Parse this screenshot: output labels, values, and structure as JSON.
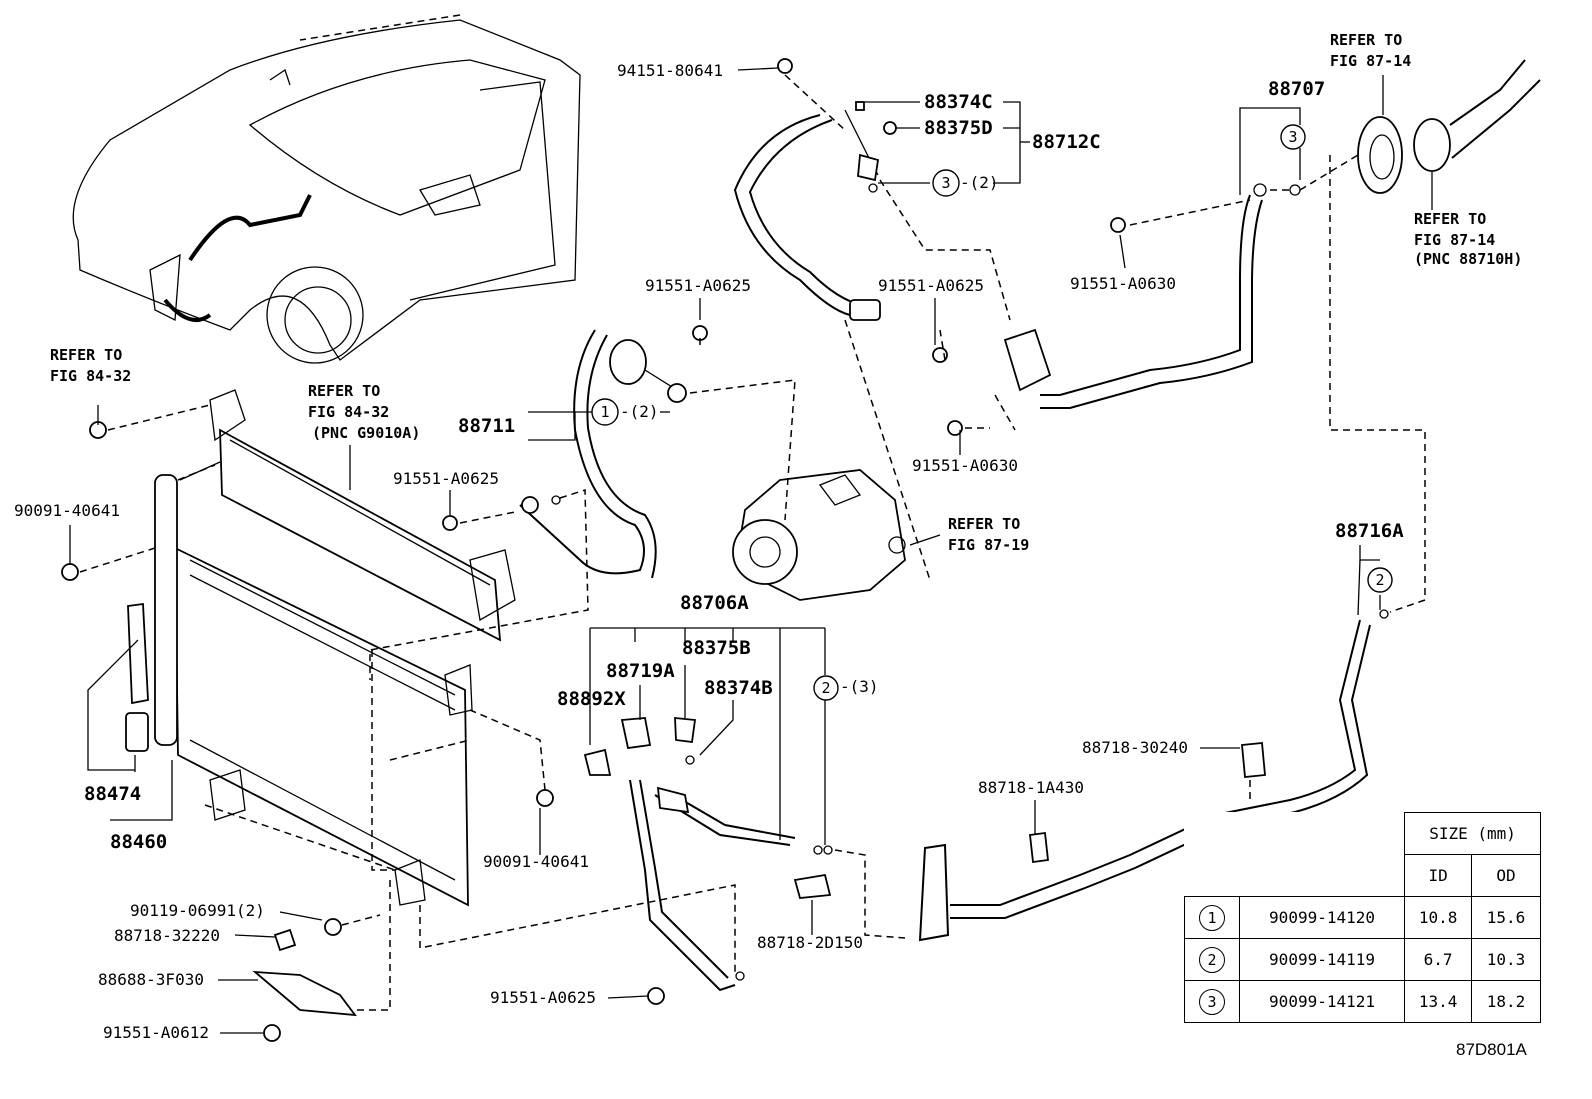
{
  "labels": {
    "p94151": "94151-80641",
    "p88374C": "88374C",
    "p88375D": "88375D",
    "p88712C": "88712C",
    "oring_3_2": "-(2)",
    "p88707": "88707",
    "refer_87_14_top_a": "REFER TO",
    "refer_87_14_top_b": "FIG 87-14",
    "refer_87_14_right_a": "REFER TO",
    "refer_87_14_right_b": "FIG 87-14",
    "refer_87_14_right_c": "(PNC 88710H)",
    "p91551_A0630_top": "91551-A0630",
    "p91551_A0625_a": "91551-A0625",
    "p91551_A0625_b": "91551-A0625",
    "p91551_A0630_mid": "91551-A0630",
    "p88711": "88711",
    "oring_1_2": "-(2)",
    "refer_84_32_a": "REFER TO",
    "refer_84_32_b": "FIG 84-32",
    "refer_84_32_pnc_a": "REFER TO",
    "refer_84_32_pnc_b": "FIG 84-32",
    "refer_84_32_pnc_c": "(PNC G9010A)",
    "p91551_A0625_c": "91551-A0625",
    "p90091_top": "90091-40641",
    "refer_87_19_a": "REFER TO",
    "refer_87_19_b": "FIG 87-19",
    "p88716A": "88716A",
    "p88706A": "88706A",
    "p88375B": "88375B",
    "p88719A": "88719A",
    "p88374B": "88374B",
    "p88892X": "88892X",
    "oring_2_3": "-(3)",
    "p88474": "88474",
    "p88460": "88460",
    "p88718_30240": "88718-30240",
    "p88718_1A430": "88718-1A430",
    "p90091_bottom": "90091-40641",
    "p90119": "90119-06991(2)",
    "p88718_32220": "88718-32220",
    "p88688": "88688-3F030",
    "p91551_A0612": "91551-A0612",
    "p88718_2D150": "88718-2D150",
    "p91551_A0625_d": "91551-A0625"
  },
  "callouts": {
    "c1": "1",
    "c2": "2",
    "c3": "3"
  },
  "size_table": {
    "header": "SIZE (mm)",
    "col_id": "ID",
    "col_od": "OD",
    "rows": [
      {
        "key": "1",
        "part": "90099-14120",
        "id": "10.8",
        "od": "15.6"
      },
      {
        "key": "2",
        "part": "90099-14119",
        "id": "6.7",
        "od": "10.3"
      },
      {
        "key": "3",
        "part": "90099-14121",
        "id": "13.4",
        "od": "18.2"
      }
    ]
  },
  "diagram_code": "87D801A"
}
